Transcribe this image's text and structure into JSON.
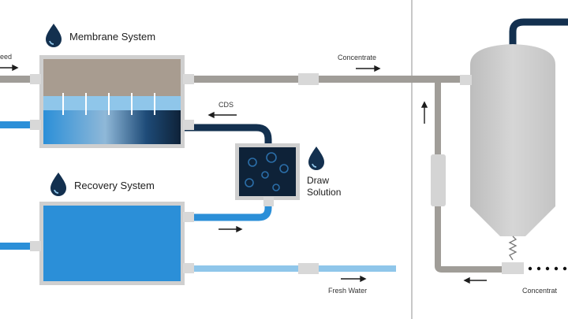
{
  "labels": {
    "feed_partial": "eed",
    "membrane_system": "Membrane System",
    "concentrate_top": "Concentrate",
    "cds": "CDS",
    "draw_solution_line1": "Draw",
    "draw_solution_line2": "Solution",
    "recovery_system": "Recovery System",
    "fresh_water": "Fresh Water",
    "concentrate_bottom": "Concentrat"
  },
  "colors": {
    "navy": "#13304f",
    "dark_navy": "#0e2238",
    "light_blue": "#2b8fd8",
    "pale_blue": "#8fc6ea",
    "gray_pipe": "#a09d98",
    "membrane_gray": "#a89c90",
    "vessel_gray": "#cfcfcf",
    "divider": "#c8c8c8"
  },
  "icons": {
    "membrane_drop": "water-drop-icon",
    "recovery_drop": "water-drop-icon",
    "draw_drop": "water-drop-icon"
  }
}
